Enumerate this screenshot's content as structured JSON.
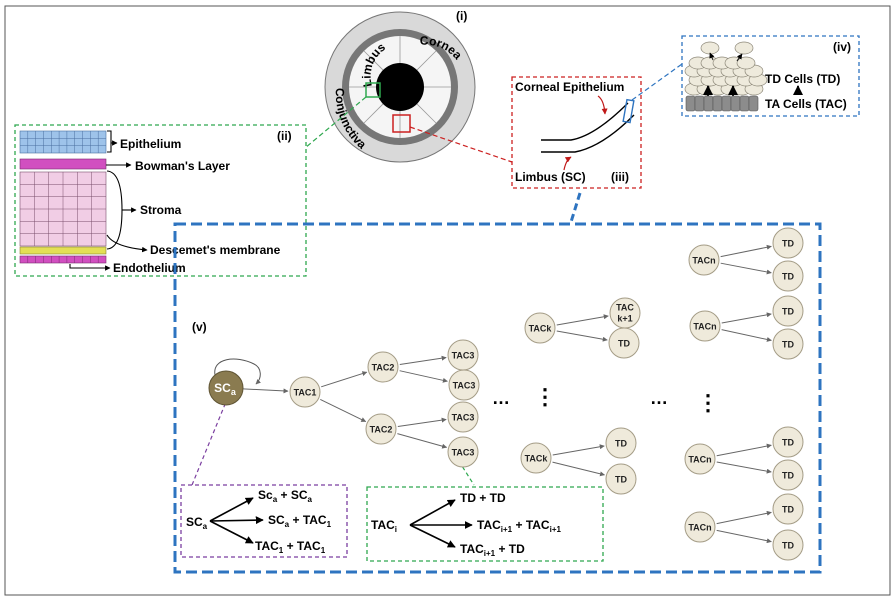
{
  "panels": {
    "i": {
      "tag": "(i)",
      "limbus": "Limbus",
      "cornea": "Cornea",
      "conjunctiva": "Conjunctiva"
    },
    "ii": {
      "tag": "(ii)",
      "layers": [
        "Epithelium",
        "Bowman's Layer",
        "Stroma",
        "Descemet's membrane",
        "Endothelium"
      ]
    },
    "iii": {
      "tag": "(iii)",
      "top_label": "Corneal Epithelium",
      "bottom_label": "Limbus (SC)"
    },
    "iv": {
      "tag": "(iv)",
      "td_label": "TD Cells (TD)",
      "ta_label": "TA Cells (TAC)"
    },
    "v": {
      "tag": "(v)"
    }
  },
  "tree": {
    "root": {
      "base": "SC",
      "sub": "a"
    },
    "level1": "TAC1",
    "level2": "TAC2",
    "level3": "TAC3",
    "tack": "TACk",
    "tack1_top": "TAC",
    "tack1_bottom": "k+1",
    "tacn": "TACn",
    "td": "TD",
    "ellipsis": "…",
    "vdots": "⋮"
  },
  "eq_sc": {
    "lhs": {
      "base": "SC",
      "sub": "a"
    },
    "out1": [
      {
        "base": "Sc",
        "sub": "a"
      },
      {
        "text": " + "
      },
      {
        "base": "SC",
        "sub": "a"
      }
    ],
    "out2": [
      {
        "base": "SC",
        "sub": "a"
      },
      {
        "text": " + "
      },
      {
        "base": "TAC",
        "sub": "1"
      }
    ],
    "out3": [
      {
        "base": "TAC",
        "sub": "1"
      },
      {
        "text": " + "
      },
      {
        "base": "TAC",
        "sub": "1"
      }
    ]
  },
  "eq_tac": {
    "lhs": {
      "base": "TAC",
      "sub": "i"
    },
    "out1": [
      {
        "text": "TD + TD"
      }
    ],
    "out2": [
      {
        "base": "TAC",
        "sub": "i+1"
      },
      {
        "text": " + "
      },
      {
        "base": "TAC",
        "sub": "i+1"
      }
    ],
    "out3": [
      {
        "base": "TAC",
        "sub": "i+1"
      },
      {
        "text": " + TD"
      }
    ]
  },
  "colors": {
    "root_fill": "#8a7b50",
    "node_fill": "#efeadb",
    "node_stroke": "#a49c86",
    "blue_frame": "#2e74c0",
    "green_frame": "#2fa84f",
    "red_frame": "#cc2020",
    "purple_frame": "#7b3fa0",
    "epithelium": "#9ec3ea",
    "bowman": "#d14fc0",
    "stroma": "#f1cde5",
    "descemet": "#e3df55"
  }
}
